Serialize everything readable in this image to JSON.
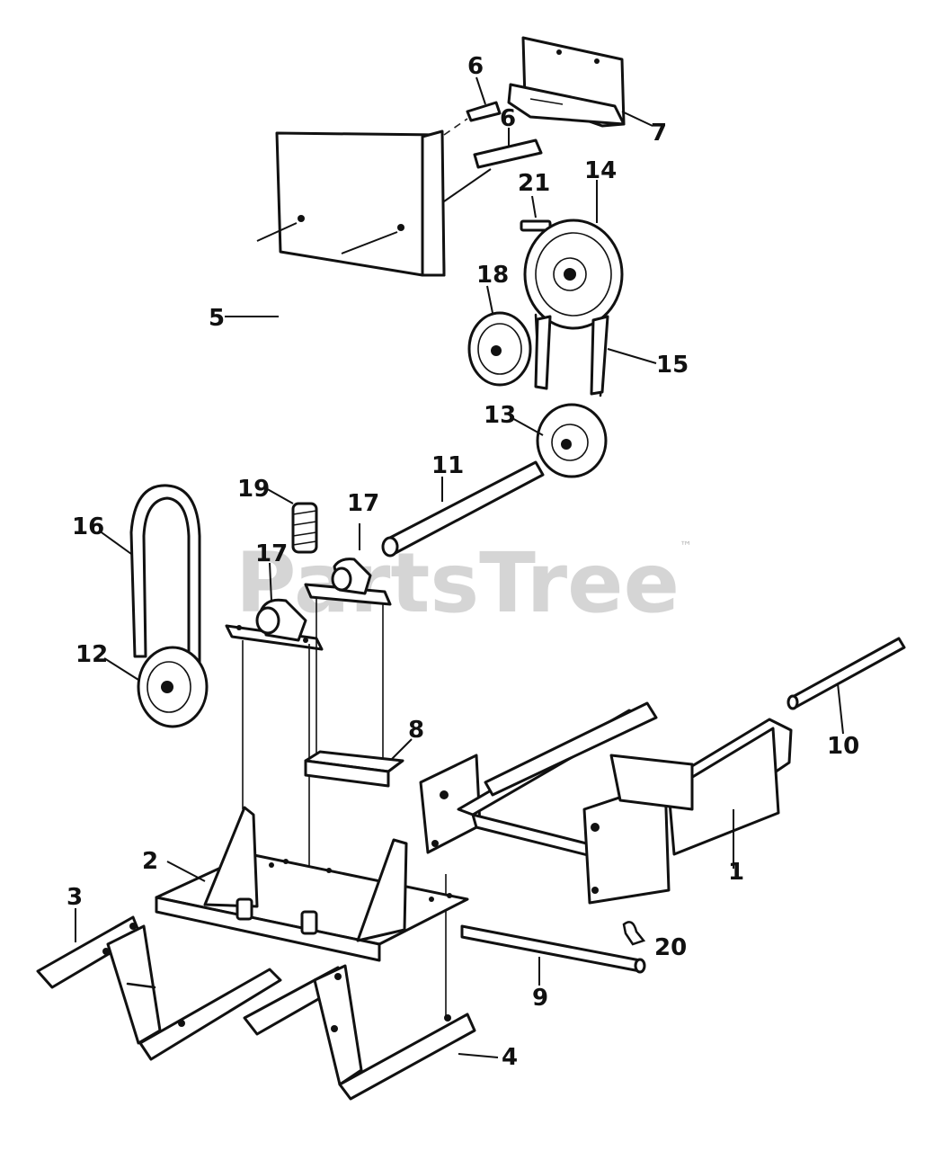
{
  "diagram": {
    "watermark": "PartsTree",
    "trademark": "™",
    "callouts": [
      {
        "id": "c1",
        "text": "1"
      },
      {
        "id": "c2",
        "text": "2"
      },
      {
        "id": "c3",
        "text": "3"
      },
      {
        "id": "c4",
        "text": "4"
      },
      {
        "id": "c5",
        "text": "5"
      },
      {
        "id": "c6a",
        "text": "6"
      },
      {
        "id": "c6b",
        "text": "6"
      },
      {
        "id": "c7",
        "text": "7"
      },
      {
        "id": "c8",
        "text": "8"
      },
      {
        "id": "c9",
        "text": "9"
      },
      {
        "id": "c10",
        "text": "10"
      },
      {
        "id": "c11",
        "text": "11"
      },
      {
        "id": "c12",
        "text": "12"
      },
      {
        "id": "c13",
        "text": "13"
      },
      {
        "id": "c14",
        "text": "14"
      },
      {
        "id": "c15",
        "text": "15"
      },
      {
        "id": "c16",
        "text": "16"
      },
      {
        "id": "c17a",
        "text": "17"
      },
      {
        "id": "c17b",
        "text": "17"
      },
      {
        "id": "c18",
        "text": "18"
      },
      {
        "id": "c19",
        "text": "19"
      },
      {
        "id": "c20",
        "text": "20"
      },
      {
        "id": "c21",
        "text": "21"
      }
    ]
  }
}
